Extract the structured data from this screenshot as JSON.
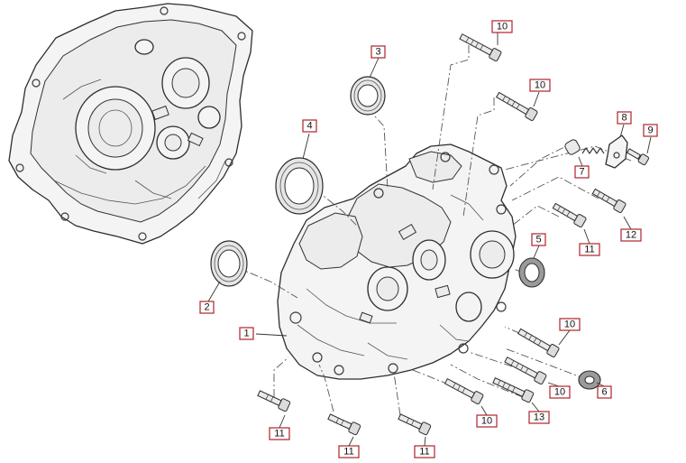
{
  "diagram": {
    "callouts": [
      {
        "id": "c1",
        "label": "1"
      },
      {
        "id": "c2",
        "label": "2"
      },
      {
        "id": "c3",
        "label": "3"
      },
      {
        "id": "c4",
        "label": "4"
      },
      {
        "id": "c5",
        "label": "5"
      },
      {
        "id": "c6",
        "label": "6"
      },
      {
        "id": "c7",
        "label": "7"
      },
      {
        "id": "c8",
        "label": "8"
      },
      {
        "id": "c9",
        "label": "9"
      },
      {
        "id": "c10a",
        "label": "10"
      },
      {
        "id": "c10b",
        "label": "10"
      },
      {
        "id": "c10c",
        "label": "10"
      },
      {
        "id": "c10d",
        "label": "10"
      },
      {
        "id": "c10e",
        "label": "10"
      },
      {
        "id": "c11a",
        "label": "11"
      },
      {
        "id": "c11b",
        "label": "11"
      },
      {
        "id": "c11c",
        "label": "11"
      },
      {
        "id": "c11d",
        "label": "11"
      },
      {
        "id": "c12",
        "label": "12"
      },
      {
        "id": "c13",
        "label": "13"
      }
    ]
  },
  "colors": {
    "callout_border": "#b0222a",
    "line": "#333333",
    "background": "#ffffff"
  }
}
